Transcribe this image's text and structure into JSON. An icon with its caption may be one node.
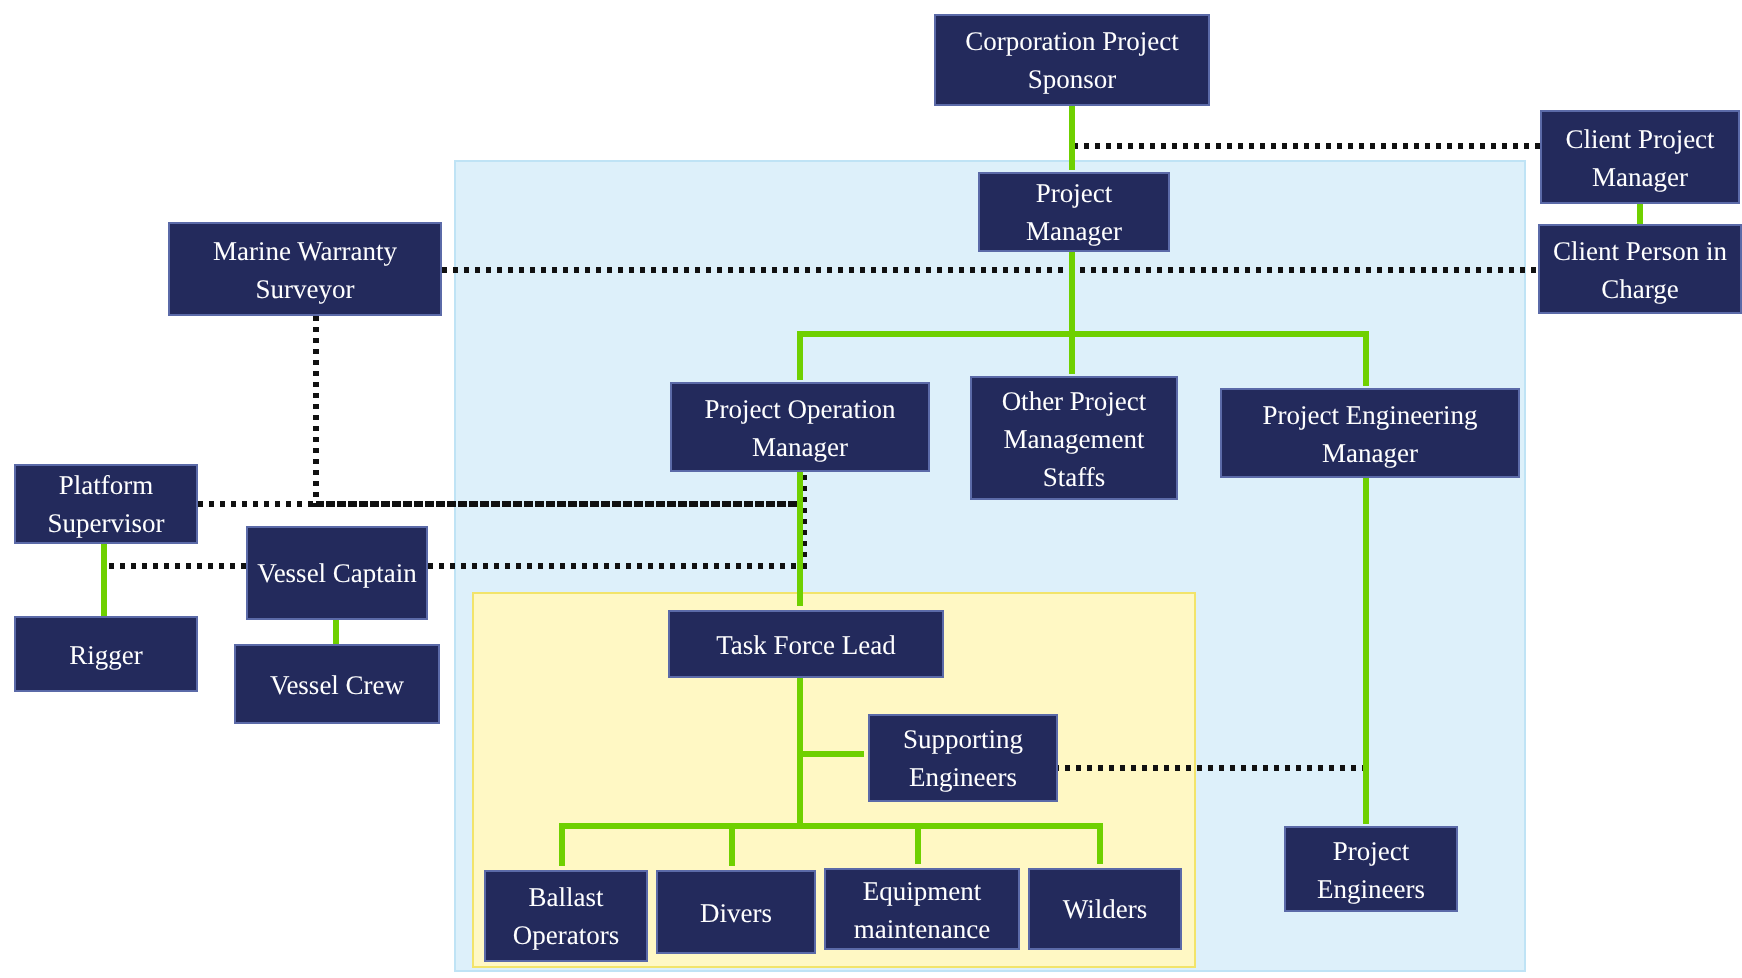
{
  "diagram": {
    "nodes": [
      {
        "text": [
          "Corporation Project Sponsor"
        ]
      },
      {
        "text": [
          "Client Project Manager"
        ]
      },
      {
        "text": [
          "Client  Person in Charge"
        ]
      },
      {
        "text": [
          "Marine Warranty Surveyor"
        ]
      },
      {
        "text": [],
        "shape": "box"
      },
      {
        "text": [
          "Project Manager"
        ],
        "in": 4
      },
      {
        "text": [
          "Project Operation Manager"
        ],
        "in": 4
      },
      {
        "text": [
          "Other Project Management Staffs"
        ],
        "in": 4
      },
      {
        "text": [
          "Project Engineering Manager"
        ],
        "in": 4
      },
      {
        "text": [
          "Platform Supervisor"
        ]
      },
      {
        "text": [
          "Vessel Captain"
        ]
      },
      {
        "text": [
          "Rigger"
        ]
      },
      {
        "text": [
          "Vessel Crew"
        ]
      },
      {
        "text": [],
        "shape": "box",
        "in": 4
      },
      {
        "text": [
          "Task Force Lead"
        ],
        "in": 13
      },
      {
        "text": [
          "Supporting Engineers"
        ],
        "in": 13
      },
      {
        "text": [
          "Ballast Operators"
        ],
        "in": 13
      },
      {
        "text": [
          "Divers"
        ],
        "in": 13
      },
      {
        "text": [
          "Equipment maintenance"
        ],
        "in": 13
      },
      {
        "text": [
          "Wilders"
        ],
        "in": 13
      },
      {
        "text": [
          "Project Engineers"
        ],
        "in": 4
      }
    ],
    "edges": [
      {
        "from": 0,
        "to": 5,
        "arrow": "none"
      },
      {
        "from": 5,
        "to": 6,
        "arrow": "none"
      },
      {
        "from": 5,
        "to": 7,
        "arrow": "none"
      },
      {
        "from": 5,
        "to": 8,
        "arrow": "none"
      },
      {
        "from": 1,
        "to": 2,
        "arrow": "none"
      },
      {
        "from": 9,
        "to": 11,
        "arrow": "none"
      },
      {
        "from": 10,
        "to": 12,
        "arrow": "none"
      },
      {
        "from": 6,
        "to": 14,
        "arrow": "none"
      },
      {
        "from": 14,
        "to": 15,
        "arrow": "none"
      },
      {
        "from": 14,
        "to": 16,
        "arrow": "none"
      },
      {
        "from": 14,
        "to": 17,
        "arrow": "none"
      },
      {
        "from": 14,
        "to": 18,
        "arrow": "none"
      },
      {
        "from": 14,
        "to": 19,
        "arrow": "none"
      },
      {
        "from": 8,
        "to": 20,
        "arrow": "none"
      },
      {
        "from": 1,
        "to": 0,
        "arrow": "none",
        "style": "dashed",
        "color": "#111111"
      },
      {
        "from": 3,
        "to": 2,
        "arrow": "none",
        "style": "dashed",
        "color": "#111111"
      },
      {
        "from": 3,
        "to": 6,
        "arrow": "none",
        "style": "dashed",
        "color": "#111111"
      },
      {
        "from": 9,
        "to": 6,
        "arrow": "none",
        "style": "dashed",
        "color": "#111111"
      },
      {
        "from": 10,
        "to": 9,
        "arrow": "none",
        "style": "dashed",
        "color": "#111111"
      },
      {
        "from": 10,
        "to": 6,
        "arrow": "none",
        "style": "dashed",
        "color": "#111111"
      },
      {
        "from": 15,
        "to": 20,
        "arrow": "none",
        "style": "dashed",
        "color": "#111111"
      }
    ]
  }
}
